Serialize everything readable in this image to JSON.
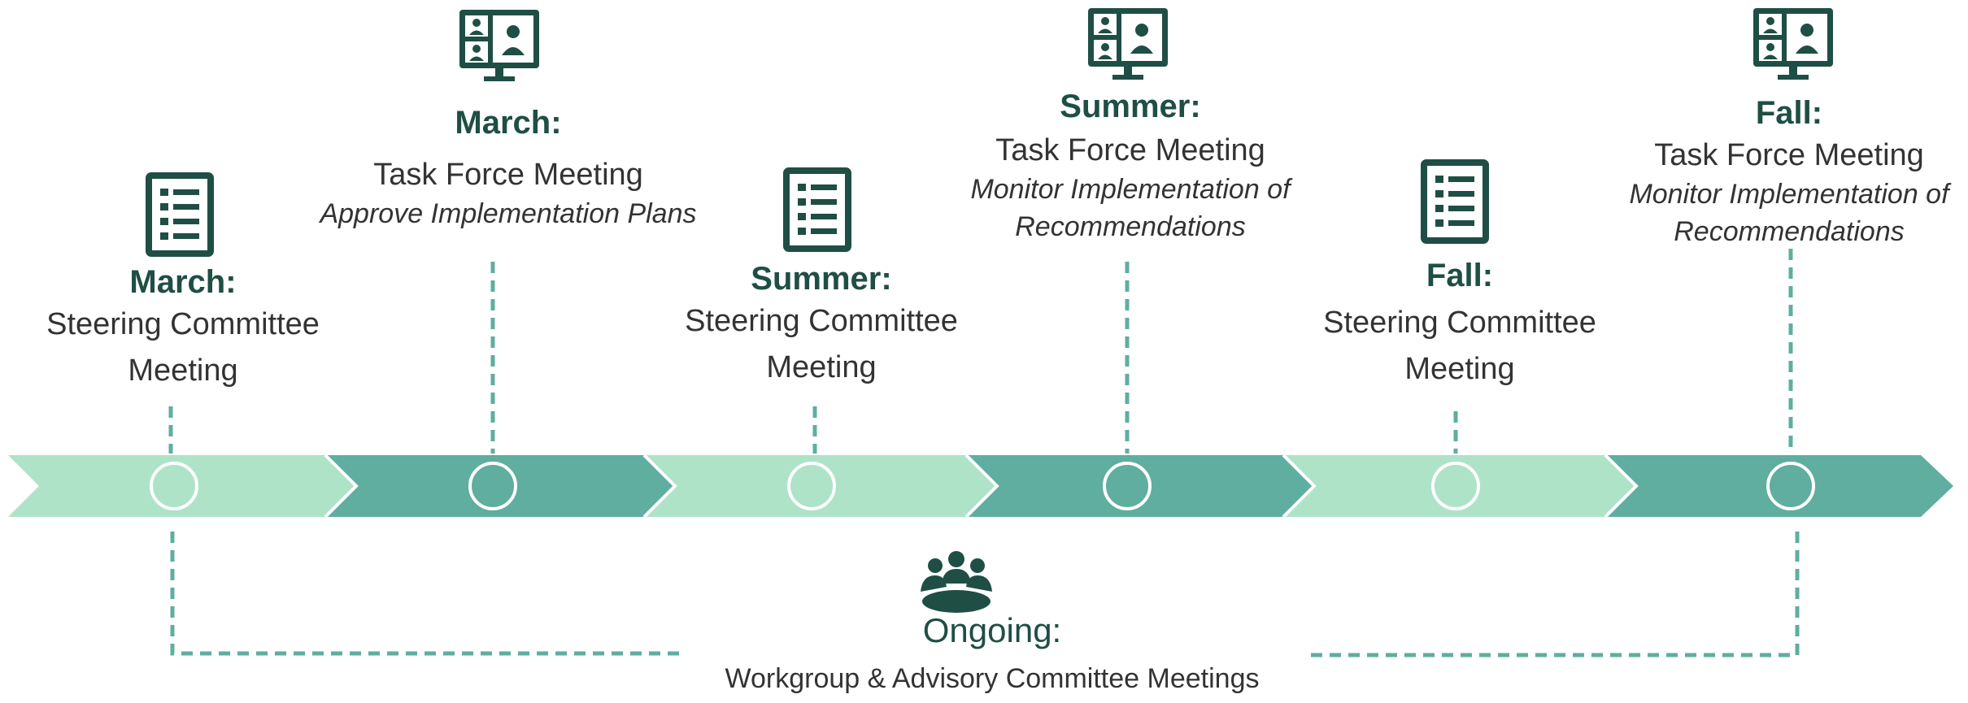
{
  "colors": {
    "chevron_light": "#aee3c8",
    "chevron_dark": "#5fae9f",
    "dash": "#5fae9f",
    "icon": "#1f4e45",
    "text": "#333333"
  },
  "timeline": {
    "chevrons": [
      "light",
      "dark",
      "light",
      "dark",
      "light",
      "dark"
    ]
  },
  "events": [
    {
      "season": "March:",
      "name_line1": "Steering Committee",
      "name_line2": "Meeting",
      "note_line1": "",
      "note_line2": "",
      "icon": "checklist-icon",
      "position": "below-top"
    },
    {
      "season": "March:",
      "name_line1": "Task Force Meeting",
      "name_line2": "",
      "note_line1": "Approve Implementation Plans",
      "note_line2": "",
      "icon": "video-conference-icon",
      "position": "top"
    },
    {
      "season": "Summer:",
      "name_line1": "Steering Committee",
      "name_line2": "Meeting",
      "note_line1": "",
      "note_line2": "",
      "icon": "checklist-icon",
      "position": "below-top"
    },
    {
      "season": "Summer:",
      "name_line1": "Task Force Meeting",
      "name_line2": "",
      "note_line1": "Monitor Implementation of",
      "note_line2": "Recommendations",
      "icon": "video-conference-icon",
      "position": "top"
    },
    {
      "season": "Fall:",
      "name_line1": "Steering Committee",
      "name_line2": "Meeting",
      "note_line1": "",
      "note_line2": "",
      "icon": "checklist-icon",
      "position": "below-top"
    },
    {
      "season": "Fall:",
      "name_line1": "Task Force Meeting",
      "name_line2": "",
      "note_line1": "Monitor Implementation of",
      "note_line2": "Recommendations",
      "icon": "video-conference-icon",
      "position": "top"
    }
  ],
  "ongoing": {
    "title": "Ongoing:",
    "name": "Workgroup & Advisory Committee Meetings",
    "icon": "people-group-icon"
  }
}
